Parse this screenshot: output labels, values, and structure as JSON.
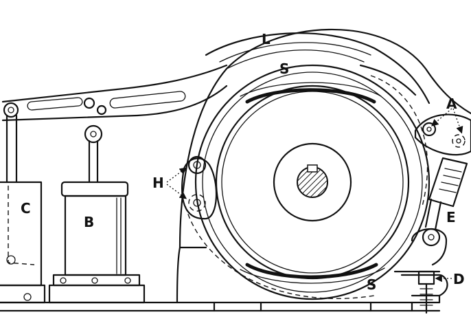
{
  "diagram": {
    "labels": {
      "L": "L",
      "S_top": "S",
      "S_bottom": "S",
      "A": "A",
      "B": "B",
      "C": "C",
      "D": "D",
      "E": "E",
      "H": "H"
    }
  }
}
